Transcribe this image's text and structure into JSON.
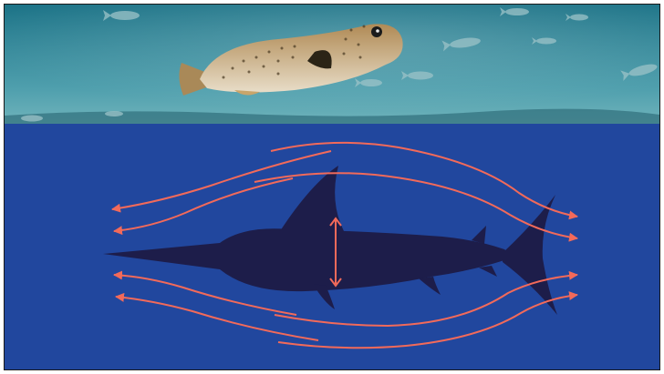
{
  "photo": {
    "subject": "pufferfish-underwater",
    "water_top_color": "#1f7a8c",
    "water_bottom_color": "#5fa9b3",
    "seabed_color": "#2d6f7c"
  },
  "diagram": {
    "background_color": "#21479e",
    "silhouette_color": "#1d1d4a",
    "arrow_color": "#f26a5a",
    "silhouette_subject": "swordfish",
    "flow_lines": [
      {
        "direction": "left"
      },
      {
        "direction": "right"
      },
      {
        "direction": "left"
      },
      {
        "direction": "right"
      },
      {
        "direction": "left"
      },
      {
        "direction": "right"
      },
      {
        "direction": "left"
      },
      {
        "direction": "right"
      }
    ],
    "measure_arrow": {
      "orientation": "vertical",
      "meaning": "body depth"
    }
  }
}
